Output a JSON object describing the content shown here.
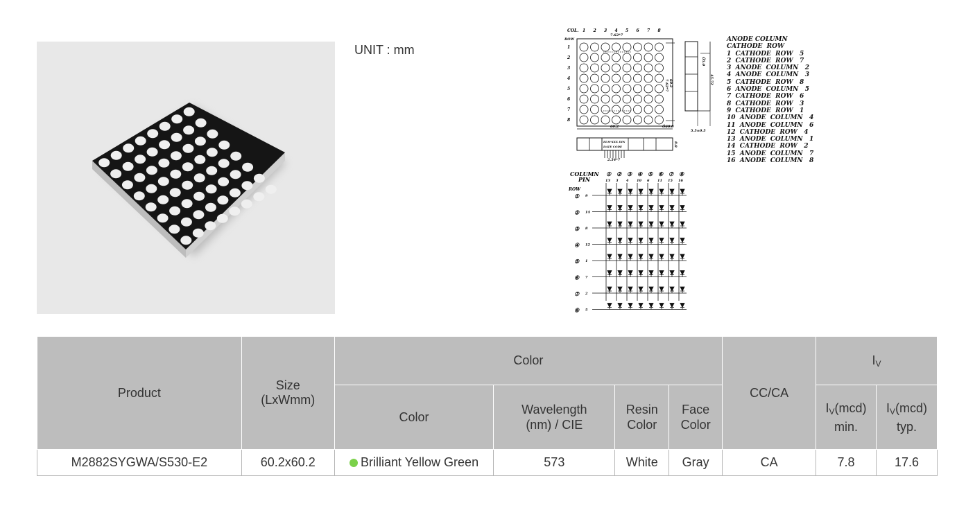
{
  "unit_label": "UNIT : mm",
  "drawing": {
    "col_header": "COL.",
    "col_numbers": [
      "1",
      "2",
      "3",
      "4",
      "5",
      "6",
      "7",
      "8"
    ],
    "row_header": "ROW",
    "row_numbers": [
      "1",
      "2",
      "3",
      "4",
      "5",
      "6",
      "7",
      "8"
    ],
    "dim_pitch_top": "7.62*7",
    "dim_pitch_side": "7.62*7",
    "dim_width": "60.2",
    "dim_height": "60.2",
    "dim_right": "Ö60.0",
    "dim_side_height": "45.72",
    "dim_dot": "Ö5.0",
    "dim_side_bottom": "5.5±0.5",
    "label_1": "ELM-XXX DIN",
    "label_2": "DATE CODE",
    "dim_pin_pitch": "2.54*7",
    "dim_depth": "8.0",
    "schematic_column": "COLUMN",
    "schematic_pin": "PIN",
    "schematic_row": "ROW",
    "col_circles": [
      "①",
      "②",
      "③",
      "④",
      "⑤",
      "⑥",
      "⑦",
      "⑧"
    ],
    "col_pins": [
      "13",
      "3",
      "4",
      "10",
      "6",
      "11",
      "15",
      "16"
    ],
    "row_circles": [
      "①",
      "②",
      "③",
      "④",
      "⑤",
      "⑥",
      "⑦",
      "⑧"
    ],
    "row_pins": [
      "9",
      "14",
      "8",
      "12",
      "1",
      "7",
      "2",
      "5"
    ]
  },
  "pin_list": [
    "ANODE COLUMN",
    "CATHODE  ROW",
    "1  CATHODE  ROW   5",
    "2  CATHODE  ROW   7",
    "3  ANODE  COLUMN   2",
    "4  ANODE  COLUMN   3",
    "5  CATHODE  ROW   8",
    "6  ANODE  COLUMN   5",
    "7  CATHODE  ROW   6",
    "8  CATHODE  ROW   3",
    "9  CATHODE  ROW   1",
    "10  ANODE  COLUMN   4",
    "11  ANODE  COLUMN   6",
    "12  CATHODE  ROW   4",
    "13  ANODE  COLUMN   1",
    "14  CATHODE  ROW   2",
    "15  ANODE  COLUMN   7",
    "16  ANODE  COLUMN   8"
  ],
  "table": {
    "h_product": "Product",
    "h_size_1": "Size",
    "h_size_2": "(LxWmm)",
    "h_color_group": "Color",
    "h_color": "Color",
    "h_wavelength_1": "Wavelength",
    "h_wavelength_2": "(nm) / CIE",
    "h_resin_1": "Resin",
    "h_resin_2": "Color",
    "h_face_1": "Face",
    "h_face_2": "Color",
    "h_cc_ca": "CC/CA",
    "h_iv_main": "I",
    "h_iv_sub": "V",
    "h_iv_min_a": "I",
    "h_iv_min_sub": "V",
    "h_iv_min_b": "(mcd)",
    "h_iv_min_c": "min.",
    "h_iv_typ_a": "I",
    "h_iv_typ_sub": "V",
    "h_iv_typ_b": "(mcd)",
    "h_iv_typ_c": "typ.",
    "rows": [
      {
        "product": "M2882SYGWA/S530-E2",
        "size": "60.2x60.2",
        "color": "Brilliant Yellow Green",
        "color_dot": "#7bd14a",
        "wavelength": "573",
        "resin": "White",
        "face": "Gray",
        "cc_ca": "CA",
        "iv_min": "7.8",
        "iv_typ": "17.6"
      }
    ]
  }
}
